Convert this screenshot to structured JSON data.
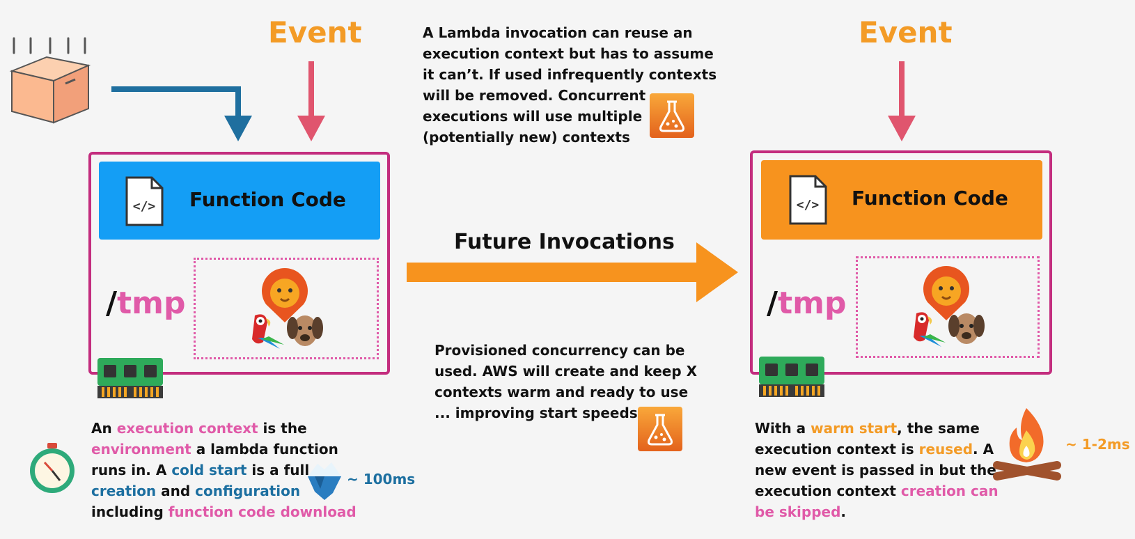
{
  "left": {
    "event_label": "Event",
    "function_code": "Function Code",
    "tmp_slash": "/",
    "tmp_word": "tmp"
  },
  "right": {
    "event_label": "Event",
    "function_code": "Function Code",
    "tmp_slash": "/",
    "tmp_word": "tmp"
  },
  "middle": {
    "future_invocations": "Future Invocations",
    "top_note": [
      "A Lambda invocation can reuse an",
      "execution context but has to assume",
      "it can’t. If used infrequently contexts",
      "will be removed. Concurrent",
      "executions will use multiple",
      "(potentially new) contexts"
    ],
    "bottom_note": [
      "Provisioned concurrency can be",
      "used. AWS will create and keep X",
      "contexts warm and ready to use",
      "... improving start speeds"
    ]
  },
  "cold": {
    "l1_a": "An ",
    "l1_b": "execution context",
    "l1_c": " is the",
    "l2_a": "environment",
    "l2_b": " a lambda function",
    "l3_a": "runs in. A ",
    "l3_b": "cold start",
    "l3_c": " is a full",
    "l4_a": "creation",
    "l4_b": " and ",
    "l4_c": "configuration",
    "l5_a": "including ",
    "l5_b": "function code download",
    "timing": "~ 100ms"
  },
  "warm": {
    "l1_a": "With a ",
    "l1_b": "warm start",
    "l1_c": ", the same",
    "l2_a": "execution context is ",
    "l2_b": "reused",
    "l2_c": ". A",
    "l3": "new event is passed in but the",
    "l4_a": "execution context ",
    "l4_b": "creation can",
    "l5_a": "be skipped",
    "l5_b": ".",
    "timing": "~ 1-2ms"
  },
  "colors": {
    "box_border": "#c32d7e",
    "code_blue": "#149ef5",
    "code_orange": "#f7931e",
    "accent_orange": "#f39b26",
    "pink": "#e05aa8",
    "blue_text": "#1c6fa0",
    "event_arrow": "#e0556e",
    "deploy_arrow": "#1f6f9f"
  },
  "icons": [
    "package-box-icon",
    "code-file-icon",
    "lion-icon",
    "parrot-icon",
    "dog-icon",
    "memory-chip-icon",
    "lab-flask-icon",
    "stopwatch-icon",
    "iceberg-icon",
    "campfire-icon"
  ]
}
